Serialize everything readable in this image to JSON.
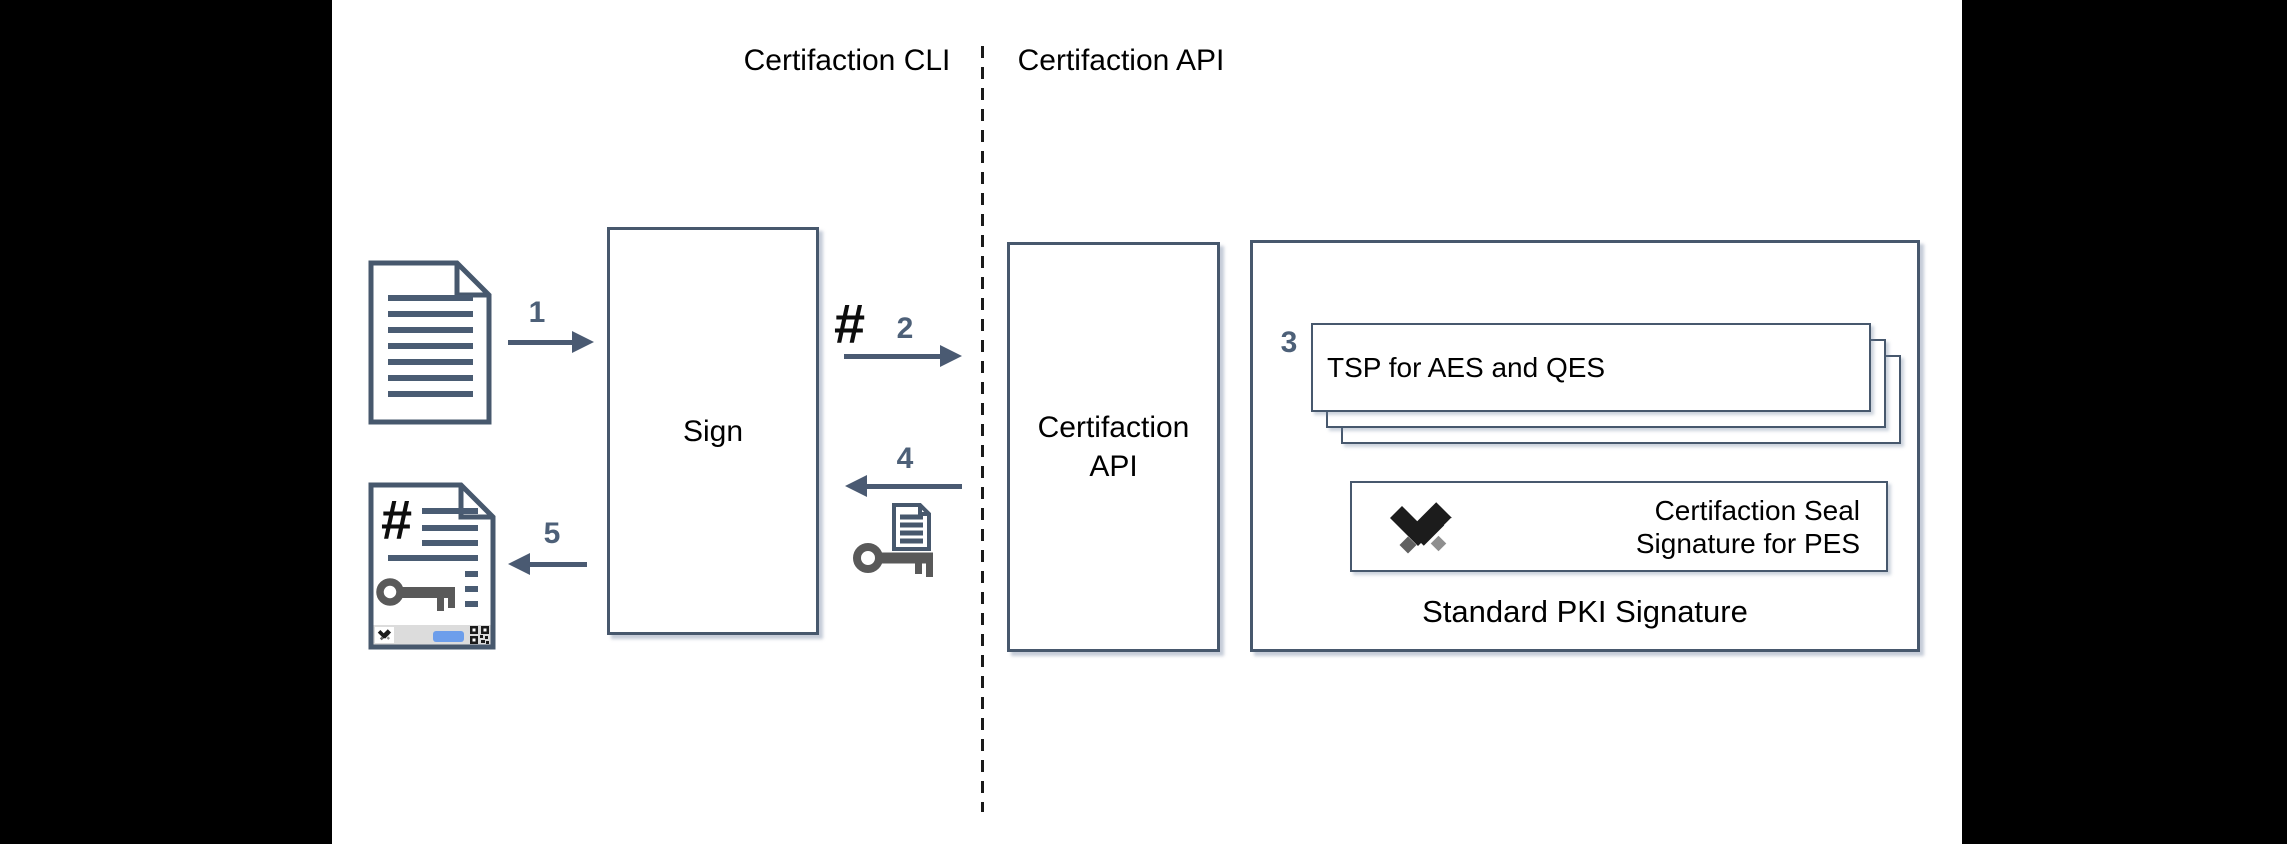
{
  "titles": {
    "cli": "Certifaction CLI",
    "api": "Certifaction API"
  },
  "nodes": {
    "sign": "Sign",
    "api_line1": "Certifaction",
    "api_line2": "API",
    "tsp_card": "TSP for AES and QES",
    "seal_line1": "Certifaction Seal",
    "seal_line2": "Signature for PES",
    "pki_caption": "Standard PKI Signature"
  },
  "steps": {
    "s1": "1",
    "s2": "2",
    "s3": "3",
    "s4": "4",
    "s5": "5"
  },
  "symbols": {
    "hash": "#"
  },
  "icons": {
    "document": "document-icon",
    "signed_document": "signed-document-icon",
    "key": "key-icon",
    "key_document": "key-with-document-icon",
    "logo": "certifaction-logo",
    "qr": "qr-code-icon"
  },
  "colors": {
    "stroke": "#47586d",
    "doc_lines": "#4a5c73",
    "arrow": "#4a5a72",
    "step_label": "#4d6078",
    "key_gray": "#595959",
    "chip_blue": "#6d9eeb",
    "bar_gray": "#dcdcdc",
    "divider": "#1a1a1a",
    "logo_black": "#1c1c1c",
    "canvas_bg": "#000000",
    "panel_bg": "#ffffff"
  }
}
